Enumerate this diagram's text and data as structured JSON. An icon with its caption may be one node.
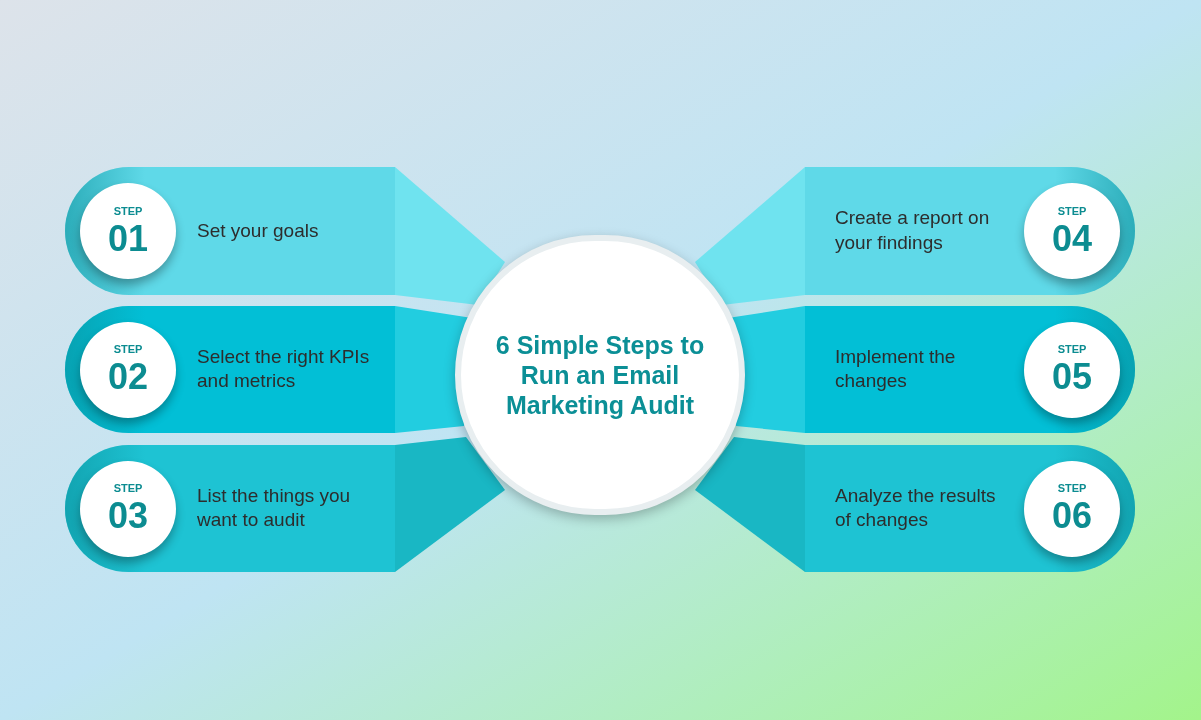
{
  "diagram": {
    "nodes": [
      {
        "text": [
          "6 Simple Steps to Run an Email Marketing Audit"
        ]
      },
      {
        "text": [
          "Set your goals"
        ]
      },
      {
        "text": [
          "STEP",
          "01"
        ],
        "in": 1
      },
      {
        "text": [
          "Select the right KPIs and metrics"
        ]
      },
      {
        "text": [
          "STEP",
          "02"
        ],
        "in": 3
      },
      {
        "text": [
          "List the things you want to audit"
        ]
      },
      {
        "text": [
          "STEP",
          "03"
        ],
        "in": 5
      },
      {
        "text": [
          "Create a report on your findings"
        ]
      },
      {
        "text": [
          "STEP",
          "04"
        ],
        "in": 7
      },
      {
        "text": [
          "Implement the changes"
        ]
      },
      {
        "text": [
          "STEP",
          "05"
        ],
        "in": 9
      },
      {
        "text": [
          "Analyze the results of changes"
        ]
      },
      {
        "text": [
          "STEP",
          "06"
        ],
        "in": 11
      }
    ]
  }
}
